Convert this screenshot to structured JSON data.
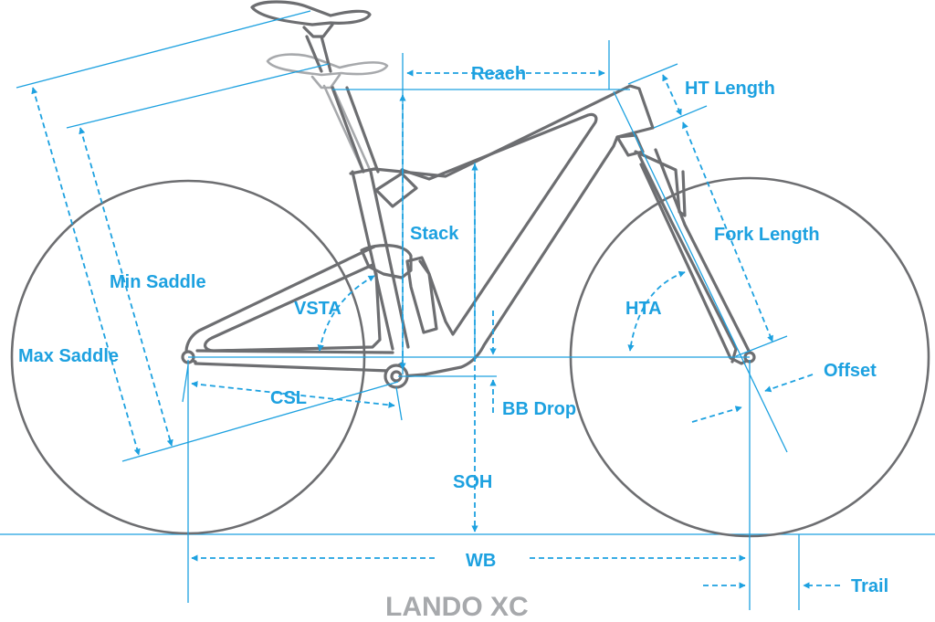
{
  "title": "LANDO XC",
  "labels": {
    "reach": "Reach",
    "ht_length": "HT Length",
    "stack": "Stack",
    "fork_length": "Fork Length",
    "min_saddle": "Min Saddle",
    "max_saddle": "Max Saddle",
    "vsta": "VSTA",
    "hta": "HTA",
    "offset": "Offset",
    "csl": "CSL",
    "bb_drop": "BB Drop",
    "soh": "SOH",
    "wb": "WB",
    "trail": "Trail"
  },
  "colors": {
    "measurement": "#1da1e0",
    "frame": "#6d6e71",
    "ghost": "#a7a9ac",
    "title": "#a7a9ac"
  }
}
